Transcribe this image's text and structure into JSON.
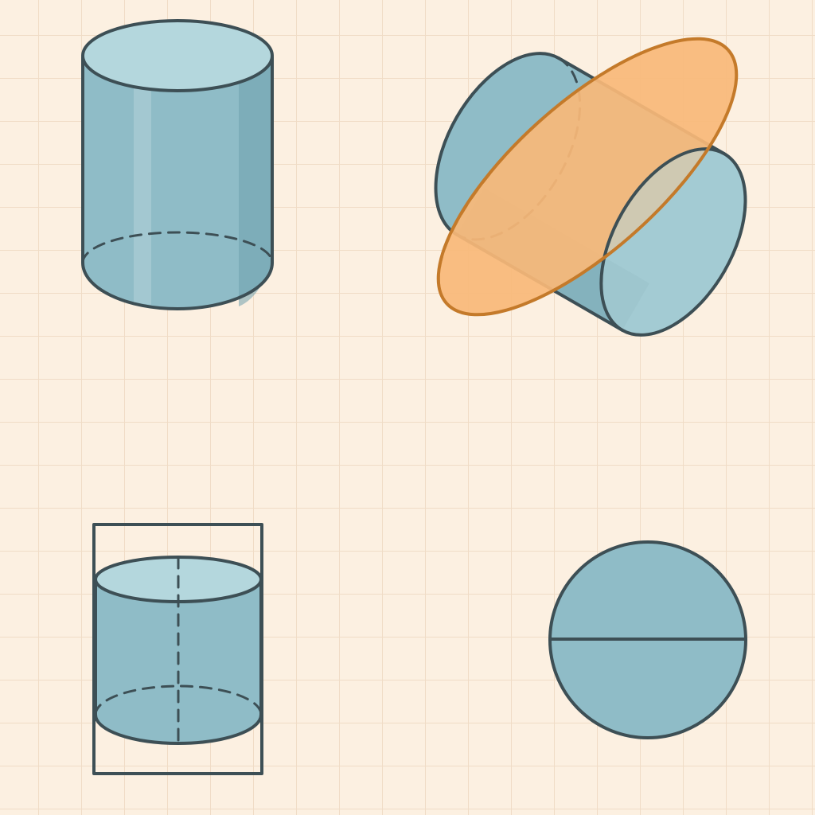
{
  "figures": [
    {
      "id": "upright-cylinder",
      "kind": "cylinder-perspective"
    },
    {
      "id": "tilted-cylinder-with-oblique-section",
      "kind": "cylinder-cut-by-plane"
    },
    {
      "id": "cylinder-front-view-in-rectangle",
      "kind": "cylinder-orthographic-front"
    },
    {
      "id": "cylinder-top-view-circle",
      "kind": "cylinder-orthographic-top"
    }
  ],
  "colors": {
    "background": "#fcf0e1",
    "grid": "#f0dcc6",
    "body_fill": "#8fbcc7",
    "top_fill": "#b4d7dd",
    "shade_fill": "#6fa0ad",
    "outline": "#3d4f55",
    "section_fill": "#f8b978",
    "section_stroke": "#c47a2a"
  }
}
